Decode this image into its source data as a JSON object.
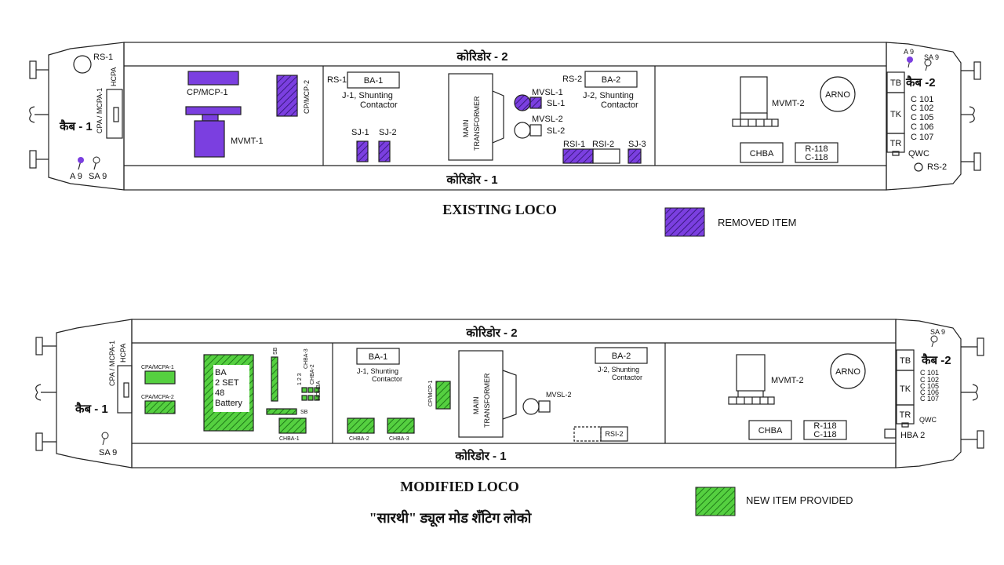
{
  "colors": {
    "removed": "#7b3fe0",
    "new": "#55d040",
    "line": "#222222",
    "background": "#ffffff"
  },
  "existing": {
    "corridor_top": "कोरिडोर - 2",
    "corridor_bottom": "कोरिडोर - 1",
    "cab_left": "कैब - 1",
    "cab_right": "कैब -2",
    "rs1": "RS-1",
    "cpa_mcpa": "CPA / MCPA-1",
    "hcpa": "HCPA",
    "a9": "A 9",
    "sa9": "SA 9",
    "cp_mcp1": "CP/MCP-1",
    "cp_mcp2": "CP/MCP-2",
    "mvmt1": "MVMT-1",
    "rs1_mid": "RS-1",
    "ba1": "BA-1",
    "j1": "J-1, Shunting",
    "j1_b": "Contactor",
    "sj1": "SJ-1",
    "sj2": "SJ-2",
    "main_transformer_1": "MAIN",
    "main_transformer_2": "TRANSFORMER",
    "mvsl1": "MVSL-1",
    "sl1": "SL-1",
    "mvsl2": "MVSL-2",
    "sl2": "SL-2",
    "rs2": "RS-2",
    "ba2": "BA-2",
    "j2": "J-2, Shunting",
    "j2_b": "Contactor",
    "rsi1": "RSI-1",
    "rsi2": "RSI-2",
    "sj3": "SJ-3",
    "mvmt2": "MVMT-2",
    "arno": "ARNO",
    "chba": "CHBA",
    "r118": "R-118",
    "c118": "C-118",
    "tb": "TB",
    "tk": "TK",
    "tr": "TR",
    "c_list": [
      "C 101",
      "C 102",
      "C 105",
      "C 106",
      "C 107"
    ],
    "qwc": "QWC",
    "rs2_right": "RS-2",
    "title": "EXISTING LOCO"
  },
  "legend_removed": "REMOVED ITEM",
  "modified": {
    "corridor_top": "कोरिडोर - 2",
    "corridor_bottom": "कोरिडोर - 1",
    "cab_left": "कैब - 1",
    "cab_right": "कैब -2",
    "cpa_mcpa": "CPA / MCPA-1",
    "hcpa": "HCPA",
    "sa9_left": "SA 9",
    "sa9_right": "SA 9",
    "cpa_mcpa1": "CPA/MCPA-1",
    "cpa_mcpa2": "CPA/MCPA-2",
    "ba_lines": [
      "BA",
      "2 SET",
      "48",
      "Battery"
    ],
    "sb_top": "SB",
    "sb_bottom": "SB",
    "sb_nums": "1 2 3",
    "chba_labels": [
      "CHBA-3",
      "CHBA-2",
      "HCHBA"
    ],
    "chba1": "CHBA-1",
    "ba1": "BA-1",
    "j1": "J-1, Shunting",
    "j1_b": "Contactor",
    "chba2": "CHBA-2",
    "chba3": "CHBA-3",
    "cp_mcp1": "CP/MCP-1",
    "main_transformer_1": "MAIN",
    "main_transformer_2": "TRANSFORMER",
    "mvsl2": "MVSL-2",
    "ba2": "BA-2",
    "j2": "J-2, Shunting",
    "j2_b": "Contactor",
    "rsi2": "RSI-2",
    "mvmt2": "MVMT-2",
    "arno": "ARNO",
    "chba": "CHBA",
    "r118": "R-118",
    "c118": "C-118",
    "tb": "TB",
    "tk": "TK",
    "tr": "TR",
    "c_list": [
      "C 101",
      "C 102",
      "C 105",
      "C 106",
      "C 107"
    ],
    "qwc": "QWC",
    "hba2": "HBA 2",
    "title": "MODIFIED LOCO"
  },
  "legend_new": "NEW ITEM PROVIDED",
  "subtitle": "\"सारथी\" ड्यूल मोड शँटिग लोको"
}
